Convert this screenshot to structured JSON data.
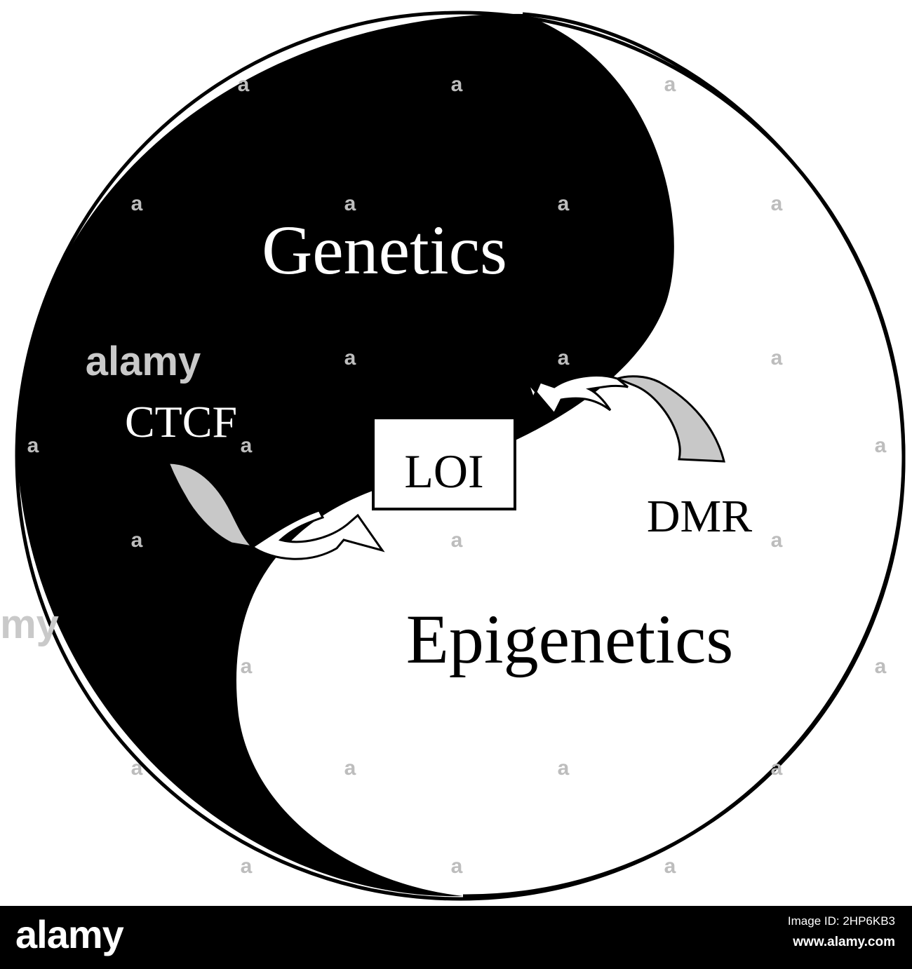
{
  "diagram": {
    "labels": {
      "genetics": "Genetics",
      "epigenetics": "Epigenetics",
      "ctcf": "CTCF",
      "loi": "LOI",
      "dmr": "DMR"
    },
    "colors": {
      "yin": "#000000",
      "yang": "#ffffff",
      "arrow_fill": "#c8c8c8"
    }
  },
  "watermark": {
    "mark": "a",
    "logo": "alamy",
    "partial": "my"
  },
  "footer": {
    "logo": "alamy",
    "image_id_label": "Image ID: 2HP6KB3",
    "url": "www.alamy.com"
  }
}
